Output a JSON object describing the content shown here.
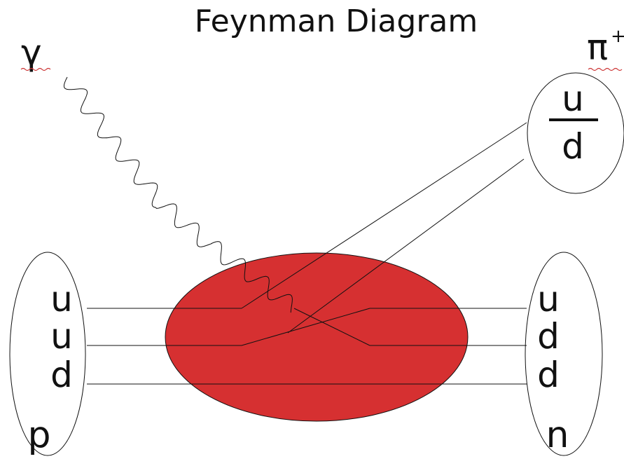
{
  "title": "Feynman Diagram",
  "colors": {
    "blob_fill": "#d63031",
    "line": "#111111",
    "background": "#ffffff"
  },
  "incoming": {
    "photon_symbol": "γ",
    "proton": {
      "label": "p",
      "quarks": [
        "u",
        "u",
        "d"
      ]
    }
  },
  "outgoing": {
    "pion": {
      "symbol": "π",
      "charge": "+",
      "quarks": [
        "u",
        "d"
      ]
    },
    "neutron": {
      "label": "n",
      "quarks": [
        "u",
        "d",
        "d"
      ]
    }
  }
}
